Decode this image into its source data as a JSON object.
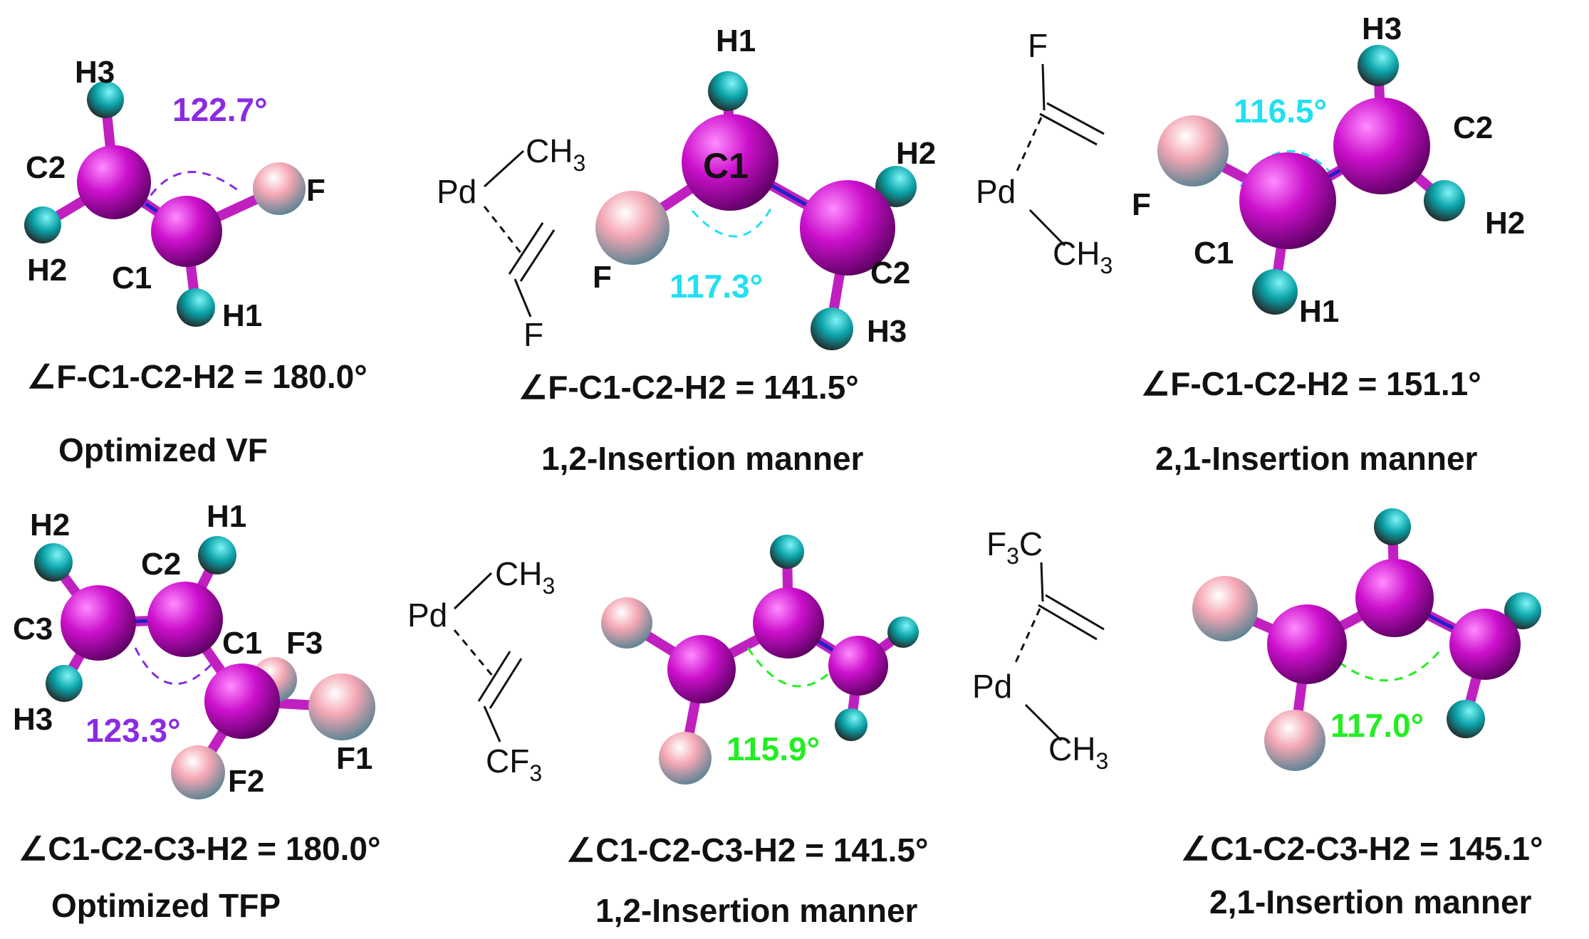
{
  "colors": {
    "carbon": "#cc10cc",
    "hydrogen": "#0aa3a8",
    "fluorine": "#f4a7b4",
    "angle_purple": "#8a2be2",
    "angle_cyan": "#22e0f0",
    "angle_green": "#22ee22"
  },
  "panels": {
    "vf_opt": {
      "labels": {
        "h3": "H3",
        "c2": "C2",
        "f": "F",
        "h2": "H2",
        "c1": "C1",
        "h1": "H1"
      },
      "angle": "122.7°",
      "dihedral": "∠F-C1-C2-H2 = 180.0°",
      "caption": "Optimized VF"
    },
    "vf_12": {
      "sketch": {
        "pd": "Pd",
        "ch3": "CH",
        "ch3_sub": "3",
        "f": "F"
      },
      "labels": {
        "h1": "H1",
        "c1": "C1",
        "h2": "H2",
        "f": "F",
        "c2": "C2",
        "h3": "H3"
      },
      "angle": "117.3°",
      "dihedral": "∠F-C1-C2-H2 = 141.5°",
      "caption": "1,2-Insertion manner"
    },
    "vf_21": {
      "sketch": {
        "f": "F",
        "pd": "Pd",
        "ch3": "CH",
        "ch3_sub": "3"
      },
      "labels": {
        "h3": "H3",
        "c2": "C2",
        "f": "F",
        "h2": "H2",
        "c1": "C1",
        "h1": "H1"
      },
      "angle": "116.5°",
      "dihedral": "∠F-C1-C2-H2 = 151.1°",
      "caption": "2,1-Insertion manner"
    },
    "tfp_opt": {
      "labels": {
        "h2": "H2",
        "h1": "H1",
        "c2": "C2",
        "c3": "C3",
        "c1": "C1",
        "f3": "F3",
        "h3": "H3",
        "f1": "F1",
        "f2": "F2"
      },
      "angle": "123.3°",
      "dihedral": "∠C1-C2-C3-H2 = 180.0°",
      "caption": "Optimized TFP"
    },
    "tfp_12": {
      "sketch": {
        "pd": "Pd",
        "ch3": "CH",
        "ch3_sub": "3",
        "cf3": "CF",
        "cf3_sub": "3"
      },
      "angle": "115.9°",
      "dihedral": "∠C1-C2-C3-H2 = 141.5°",
      "caption": "1,2-Insertion manner"
    },
    "tfp_21": {
      "sketch": {
        "f3c": "F",
        "f3c_sub": "3",
        "f3c_tail": "C",
        "pd": "Pd",
        "ch3": "CH",
        "ch3_sub": "3"
      },
      "angle": "117.0°",
      "dihedral": "∠C1-C2-C3-H2 = 145.1°",
      "caption": "2,1-Insertion manner"
    }
  }
}
